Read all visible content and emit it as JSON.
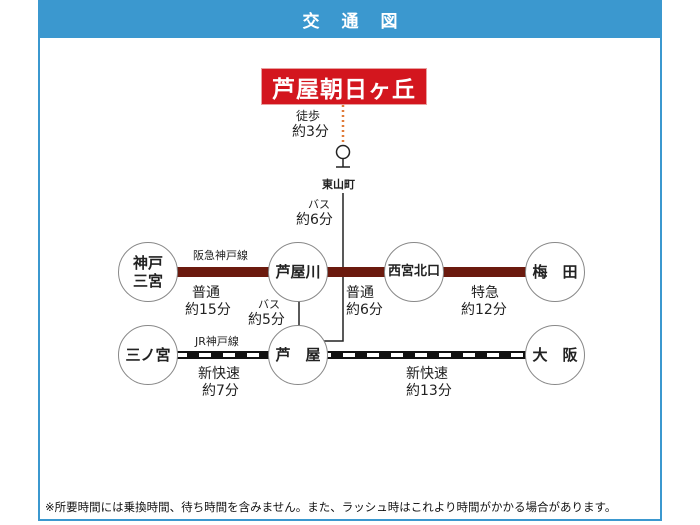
{
  "header": {
    "title": "交通図"
  },
  "destination": "芦屋朝日ヶ丘",
  "walk": {
    "mode": "徒歩",
    "time": "約3分"
  },
  "bus_stop": {
    "name": "東山町",
    "mode": "バス",
    "time": "約6分"
  },
  "bus2": {
    "mode": "バス",
    "time": "約5分"
  },
  "stations": {
    "kobe_sannomiya": "神戸\n三宮",
    "ashiyagawa": "芦屋川",
    "nishinomiya_kitaguchi": "西宮北口",
    "umeda": "梅　田",
    "sannomiya": "三ノ宮",
    "ashiya": "芦　屋",
    "osaka": "大　阪"
  },
  "hankyu": {
    "line_name": "阪急神戸線",
    "seg1_type": "普通",
    "seg1_time": "約15分",
    "seg2_type": "普通",
    "seg2_time": "約6分",
    "seg3_type": "特急",
    "seg3_time": "約12分"
  },
  "jr": {
    "line_name": "JR神戸線",
    "seg1_type": "新快速",
    "seg1_time": "約7分",
    "seg2_type": "新快速",
    "seg2_time": "約13分"
  },
  "footnote": "※所要時間には乗換時間、待ち時間を含みません。また、ラッシュ時はこれより時間がかかる場合があります。",
  "colors": {
    "header": "#3b98cf",
    "destination": "#d3161e",
    "hankyu": "#6b1a0e",
    "walk": "#e07b39"
  }
}
